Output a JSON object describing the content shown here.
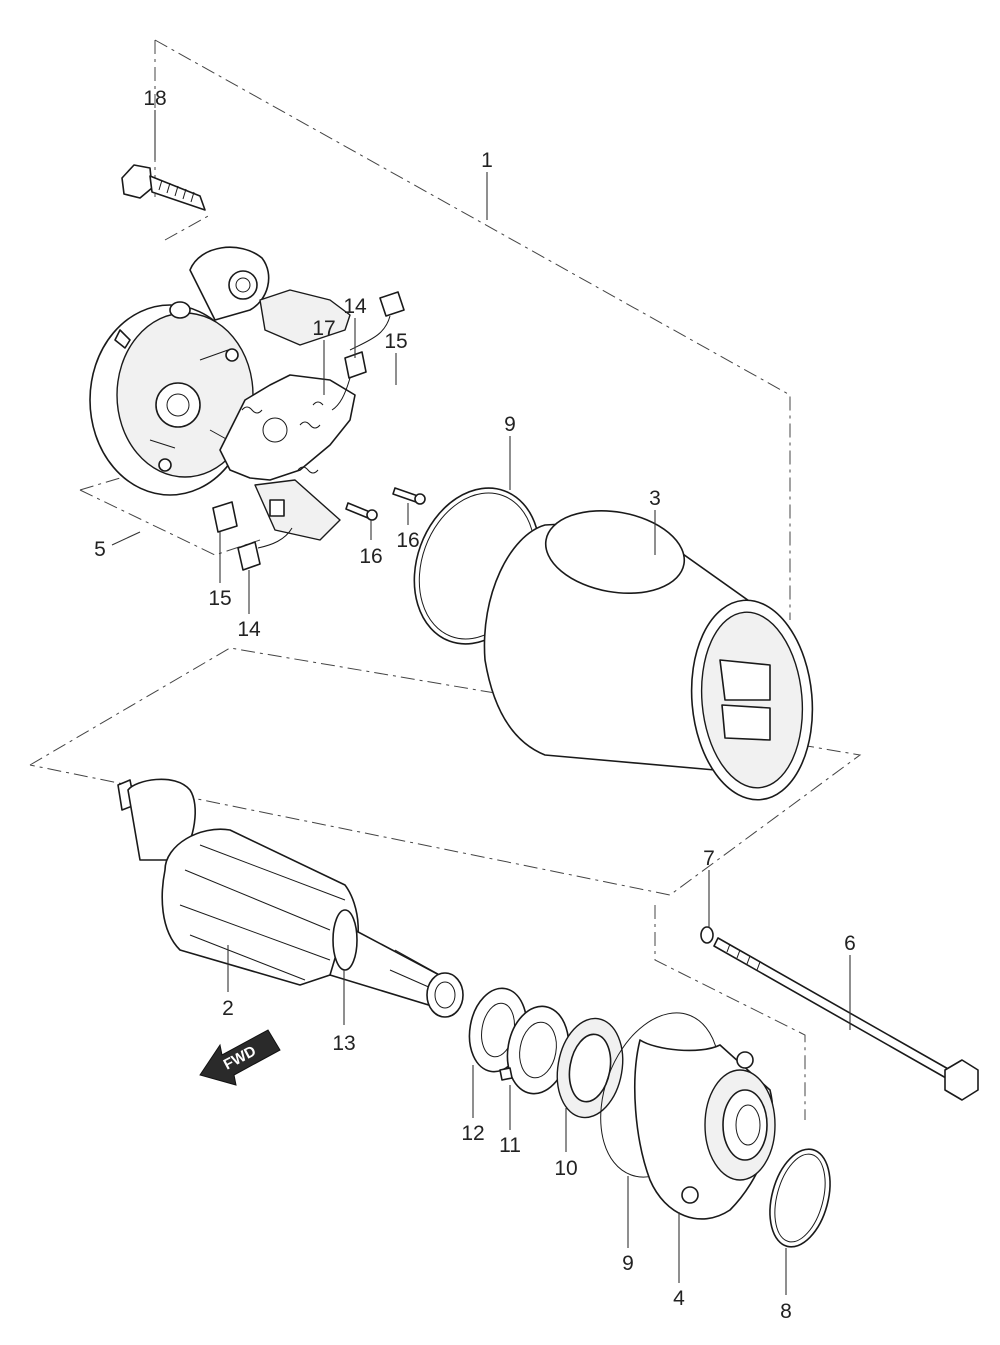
{
  "callouts": {
    "c1": "1",
    "c2": "2",
    "c3": "3",
    "c4": "4",
    "c5": "5",
    "c6": "6",
    "c7": "7",
    "c8": "8",
    "c9a": "9",
    "c9b": "9",
    "c10": "10",
    "c11": "11",
    "c12": "12",
    "c13": "13",
    "c14a": "14",
    "c14b": "14",
    "c15a": "15",
    "c15b": "15",
    "c16a": "16",
    "c16b": "16",
    "c17": "17",
    "c18": "18"
  },
  "direction_arrow": {
    "label": "FWD"
  }
}
